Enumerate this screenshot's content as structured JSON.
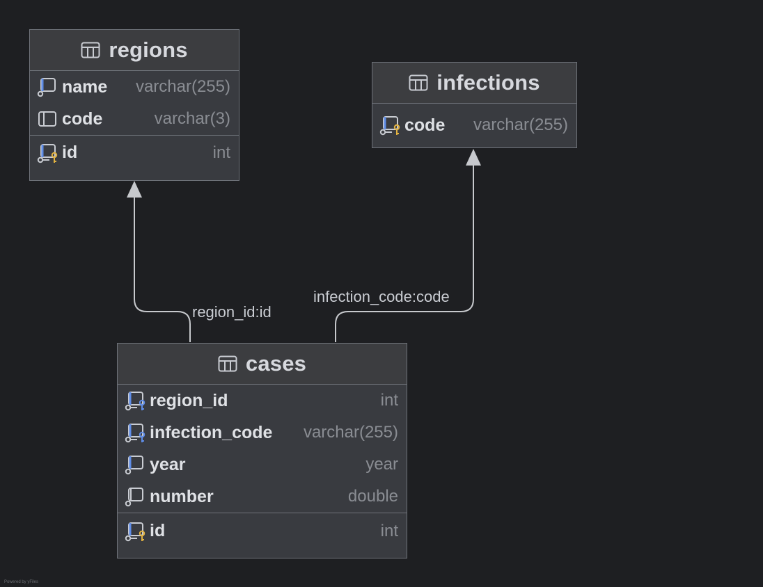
{
  "tables": {
    "regions": {
      "title": "regions",
      "columns": [
        {
          "name": "name",
          "type": "varchar(255)",
          "icon": "index-column-icon"
        },
        {
          "name": "code",
          "type": "varchar(3)",
          "icon": "column-icon"
        },
        {
          "name": "id",
          "type": "int",
          "icon": "primary-key-column-icon"
        }
      ]
    },
    "infections": {
      "title": "infections",
      "columns": [
        {
          "name": "code",
          "type": "varchar(255)",
          "icon": "primary-key-column-icon"
        }
      ]
    },
    "cases": {
      "title": "cases",
      "columns": [
        {
          "name": "region_id",
          "type": "int",
          "icon": "foreign-key-column-icon"
        },
        {
          "name": "infection_code",
          "type": "varchar(255)",
          "icon": "foreign-key-column-icon"
        },
        {
          "name": "year",
          "type": "year",
          "icon": "index-column-icon"
        },
        {
          "name": "number",
          "type": "double",
          "icon": "column-icon"
        },
        {
          "name": "id",
          "type": "int",
          "icon": "primary-key-column-icon"
        }
      ]
    }
  },
  "relations": [
    {
      "label": "region_id:id",
      "from": "cases",
      "to": "regions"
    },
    {
      "label": "infection_code:code",
      "from": "cases",
      "to": "infections"
    }
  ],
  "colors": {
    "background": "#1e1f22",
    "table_body": "#393b40",
    "table_header": "#3c3d40",
    "border": "#6f737a",
    "index_blue": "#5f8de8",
    "key_gold": "#e3b341",
    "connector": "#c7c9cd"
  },
  "watermark": "Powered by yFiles"
}
